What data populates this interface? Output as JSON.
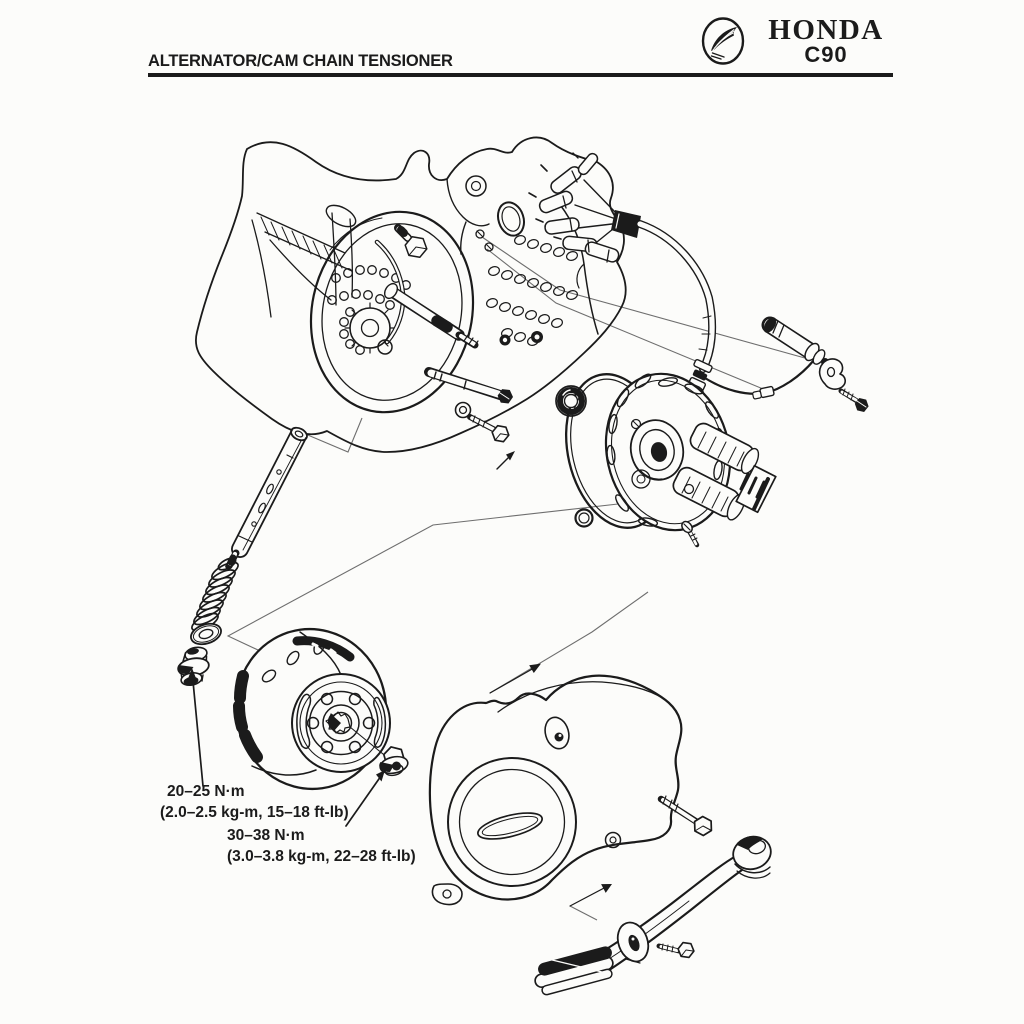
{
  "header": {
    "title": "ALTERNATOR/CAM CHAIN TENSIONER",
    "brand": "HONDA",
    "model": "C90",
    "logo_icon": "honda-wing-icon"
  },
  "colors": {
    "ink": "#1b1b1b",
    "paper": "#fcfcfa",
    "guide_line": "#6e6e6e"
  },
  "diagram": {
    "kind": "exploded-parts-line-drawing",
    "labels": {
      "torque_tensioner_sealing_nut": {
        "line1": "20–25 N·m",
        "line2": "(2.0–2.5 kg-m, 15–18 ft-lb)"
      },
      "torque_flywheel_nut": {
        "line1": "30–38 N·m",
        "line2": "(3.0–3.8 kg-m, 22–28 ft-lb)"
      }
    }
  }
}
